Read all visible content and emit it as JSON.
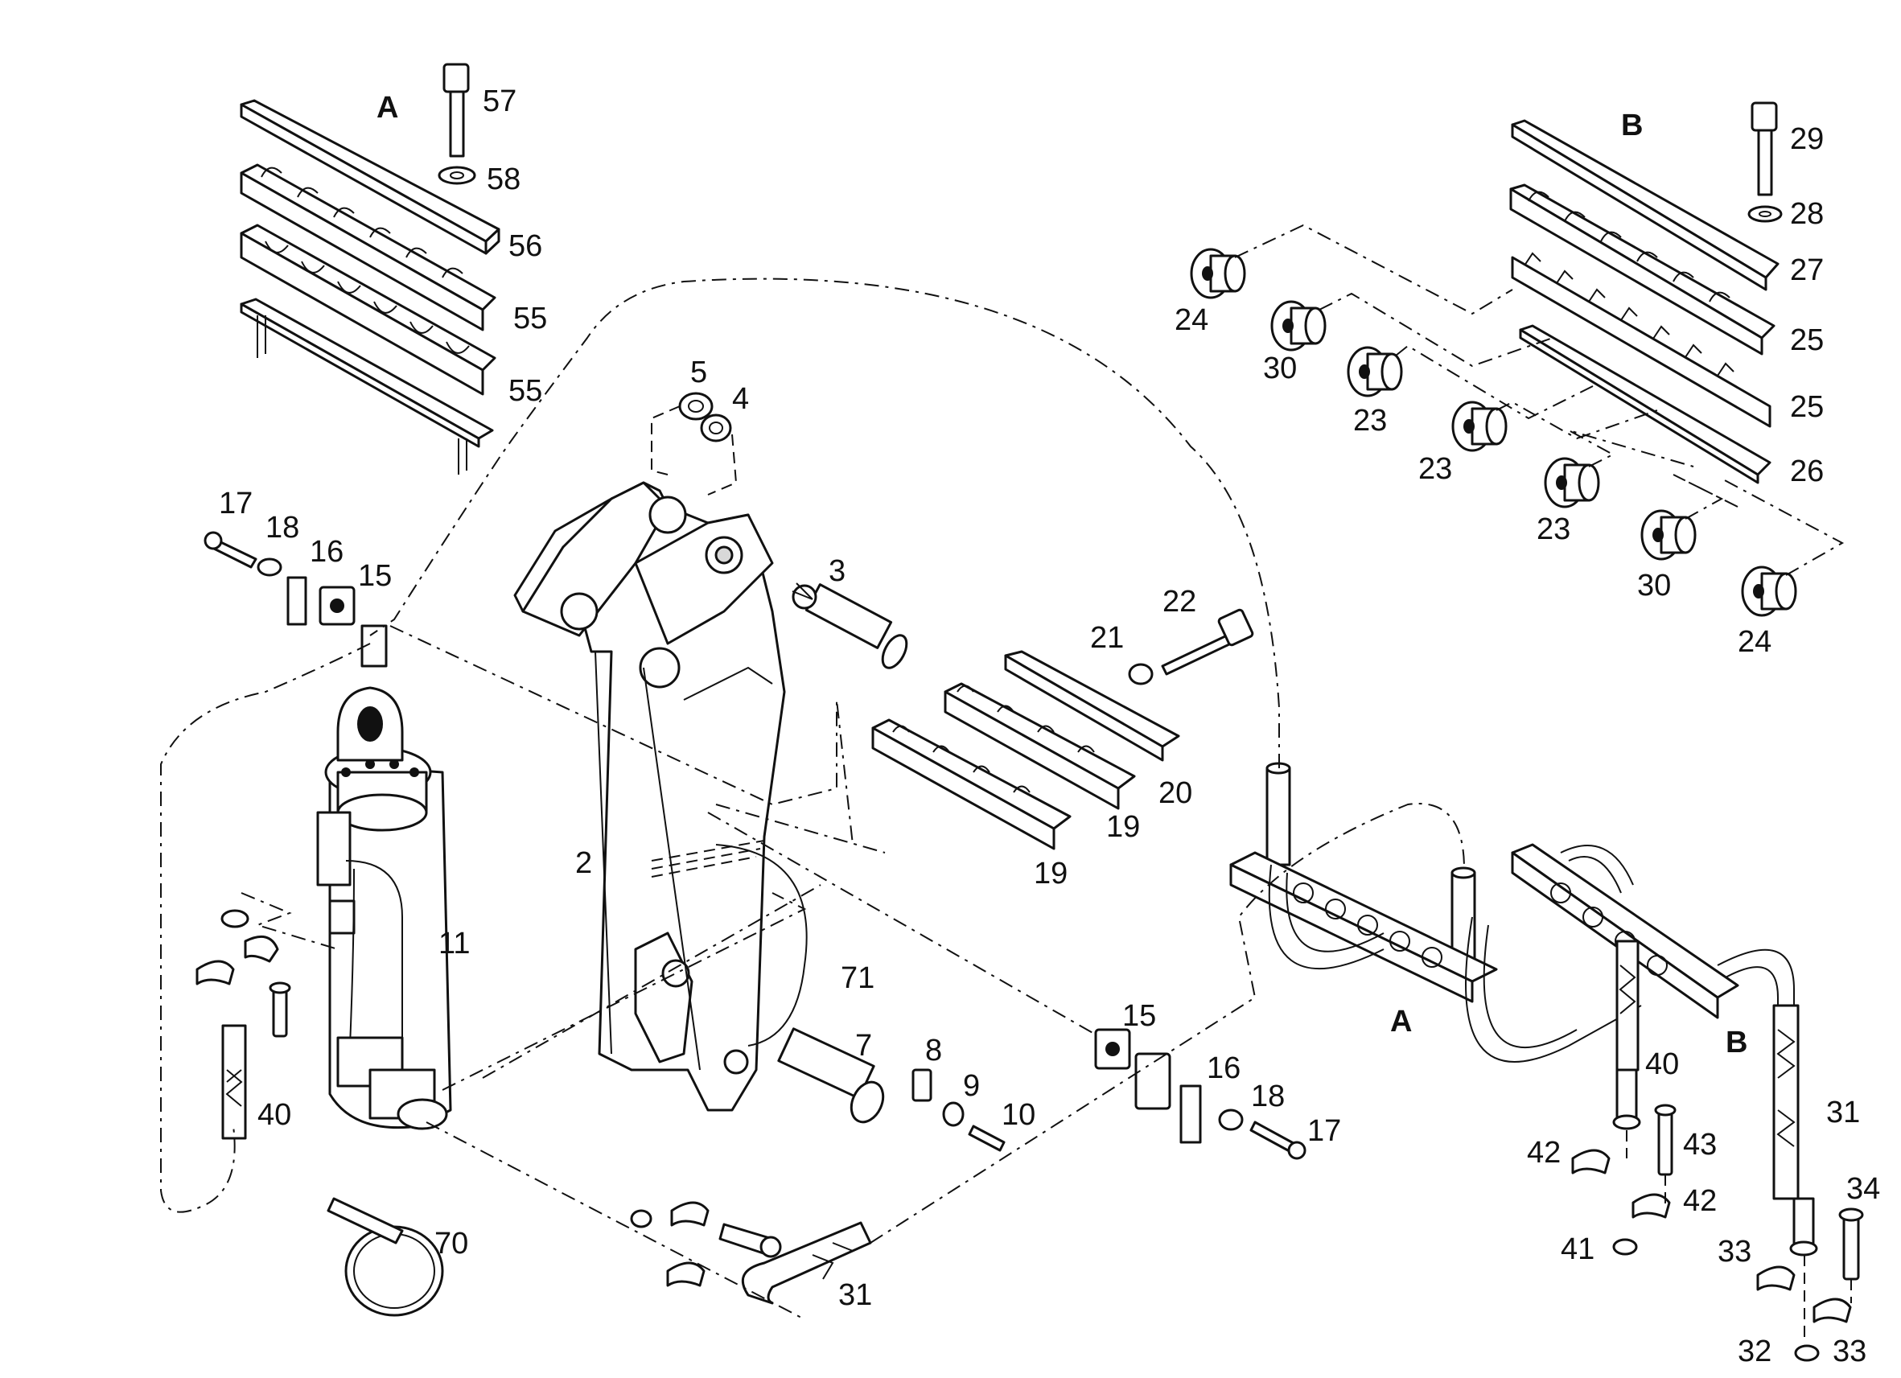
{
  "sections": {
    "a": "A",
    "b": "B"
  },
  "callouts": {
    "c57": "57",
    "c58": "58",
    "c56": "56",
    "c55a": "55",
    "c55b": "55",
    "c29": "29",
    "c28": "28",
    "c27": "27",
    "c25a": "25",
    "c25b": "25",
    "c26": "26",
    "c24a": "24",
    "c30a": "30",
    "c23a": "23",
    "c23b": "23",
    "c23c": "23",
    "c30b": "30",
    "c24b": "24",
    "c5": "5",
    "c4": "4",
    "c3": "3",
    "c2": "2",
    "c17a": "17",
    "c18a": "18",
    "c16a": "16",
    "c15a": "15",
    "c22": "22",
    "c21": "21",
    "c20": "20",
    "c19a": "19",
    "c19b": "19",
    "c11": "11",
    "c40a": "40",
    "c71": "71",
    "c7": "7",
    "c8": "8",
    "c9": "9",
    "c10": "10",
    "c15b": "15",
    "c16b": "16",
    "c18b": "18",
    "c17b": "17",
    "c70": "70",
    "c31a": "31",
    "c40b": "40",
    "c42a": "42",
    "c43": "43",
    "c42b": "42",
    "c41": "41",
    "c31b": "31",
    "c34": "34",
    "c33a": "33",
    "c32": "32",
    "c33b": "33",
    "secA2": "A",
    "secB2": "B"
  }
}
